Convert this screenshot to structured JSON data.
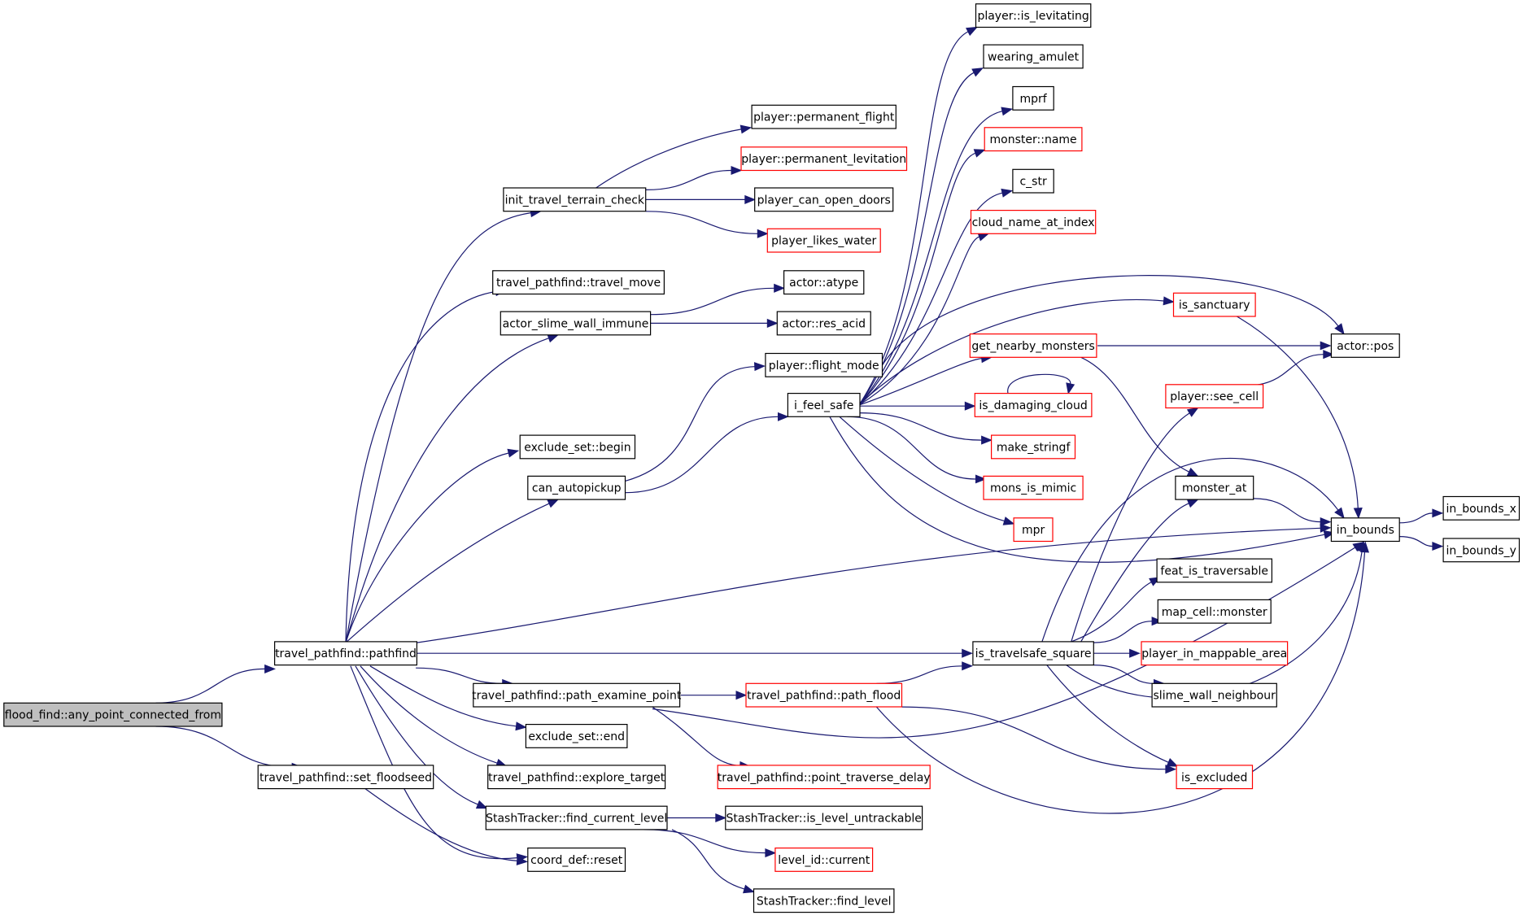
{
  "graph": {
    "edge_color": "#191970",
    "border_colors": {
      "normal": "#000000",
      "incomplete": "#ff0000",
      "root_fill": "#bfbfbf"
    },
    "nodes": {
      "root": "flood_find::any_point_connected_from",
      "pathfind": "travel_pathfind::pathfind",
      "set_floodseed": "travel_pathfind::set_floodseed",
      "init_travel_terrain_check": "init_travel_terrain_check",
      "travel_move": "travel_pathfind::travel_move",
      "actor_slime_wall_immune": "actor_slime_wall_immune",
      "exclude_set_begin": "exclude_set::begin",
      "can_autopickup": "can_autopickup",
      "path_examine_point": "travel_pathfind::path_examine_point",
      "exclude_set_end": "exclude_set::end",
      "explore_target": "travel_pathfind::explore_target",
      "find_current_level": "StashTracker::find_current_level",
      "coord_def_reset": "coord_def::reset",
      "permanent_flight": "player::permanent_flight",
      "permanent_levitation": "player::permanent_levitation",
      "player_can_open_doors": "player_can_open_doors",
      "player_likes_water": "player_likes_water",
      "actor_atype": "actor::atype",
      "actor_res_acid": "actor::res_acid",
      "flight_mode": "player::flight_mode",
      "i_feel_safe": "i_feel_safe",
      "path_flood": "travel_pathfind::path_flood",
      "point_traverse_delay": "travel_pathfind::point_traverse_delay",
      "is_level_untrackable": "StashTracker::is_level_untrackable",
      "level_id_current": "level_id::current",
      "find_level": "StashTracker::find_level",
      "is_levitating": "player::is_levitating",
      "wearing_amulet": "wearing_amulet",
      "mprf": "mprf",
      "monster_name": "monster::name",
      "c_str": "c_str",
      "cloud_name_at_index": "cloud_name_at_index",
      "get_nearby_monsters": "get_nearby_monsters",
      "is_damaging_cloud": "is_damaging_cloud",
      "make_stringf": "make_stringf",
      "mons_is_mimic": "mons_is_mimic",
      "mpr": "mpr",
      "is_travelsafe_square": "is_travelsafe_square",
      "is_sanctuary": "is_sanctuary",
      "player_see_cell": "player::see_cell",
      "monster_at": "monster_at",
      "feat_is_traversable": "feat_is_traversable",
      "map_cell_monster": "map_cell::monster",
      "player_in_mappable_area": "player_in_mappable_area",
      "slime_wall_neighbour": "slime_wall_neighbour",
      "is_excluded": "is_excluded",
      "actor_pos": "actor::pos",
      "in_bounds": "in_bounds",
      "in_bounds_x": "in_bounds_x",
      "in_bounds_y": "in_bounds_y"
    }
  }
}
